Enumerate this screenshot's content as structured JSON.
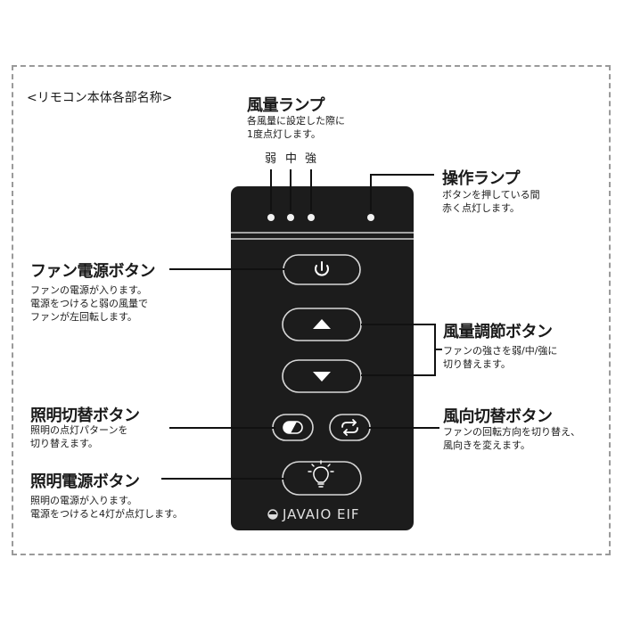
{
  "heading": "<リモコン本体各部名称>",
  "fan_lamp": {
    "title": "風量ランプ",
    "desc": "各風量に設定した際に\n1度点灯します。"
  },
  "levels": [
    "弱",
    "中",
    "強"
  ],
  "op_lamp": {
    "title": "操作ランプ",
    "desc": "ボタンを押している間\n赤く点灯します。"
  },
  "fan_power": {
    "title": "ファン電源ボタン",
    "desc": "ファンの電源が入ります。\n電源をつけると弱の風量で\nファンが左回転します。"
  },
  "fan_speed": {
    "title": "風量調節ボタン",
    "desc": "ファンの強さを弱/中/強に\n切り替えます。"
  },
  "light_switch": {
    "title": "照明切替ボタン",
    "desc": "照明の点灯パターンを\n切り替えます。"
  },
  "direction": {
    "title": "風向切替ボタン",
    "desc": "ファンの回転方向を切り替え、\n風向きを変えます。"
  },
  "light_power": {
    "title": "照明電源ボタン",
    "desc": "照明の電源が入ります。\n電源をつけると4灯が点灯します。"
  },
  "brand": "JAVAIO EIF",
  "colors": {
    "remote": "#1c1c1c",
    "line": "#111111",
    "frame": "#9a9a9a",
    "button_border": "#d8d8d8"
  }
}
